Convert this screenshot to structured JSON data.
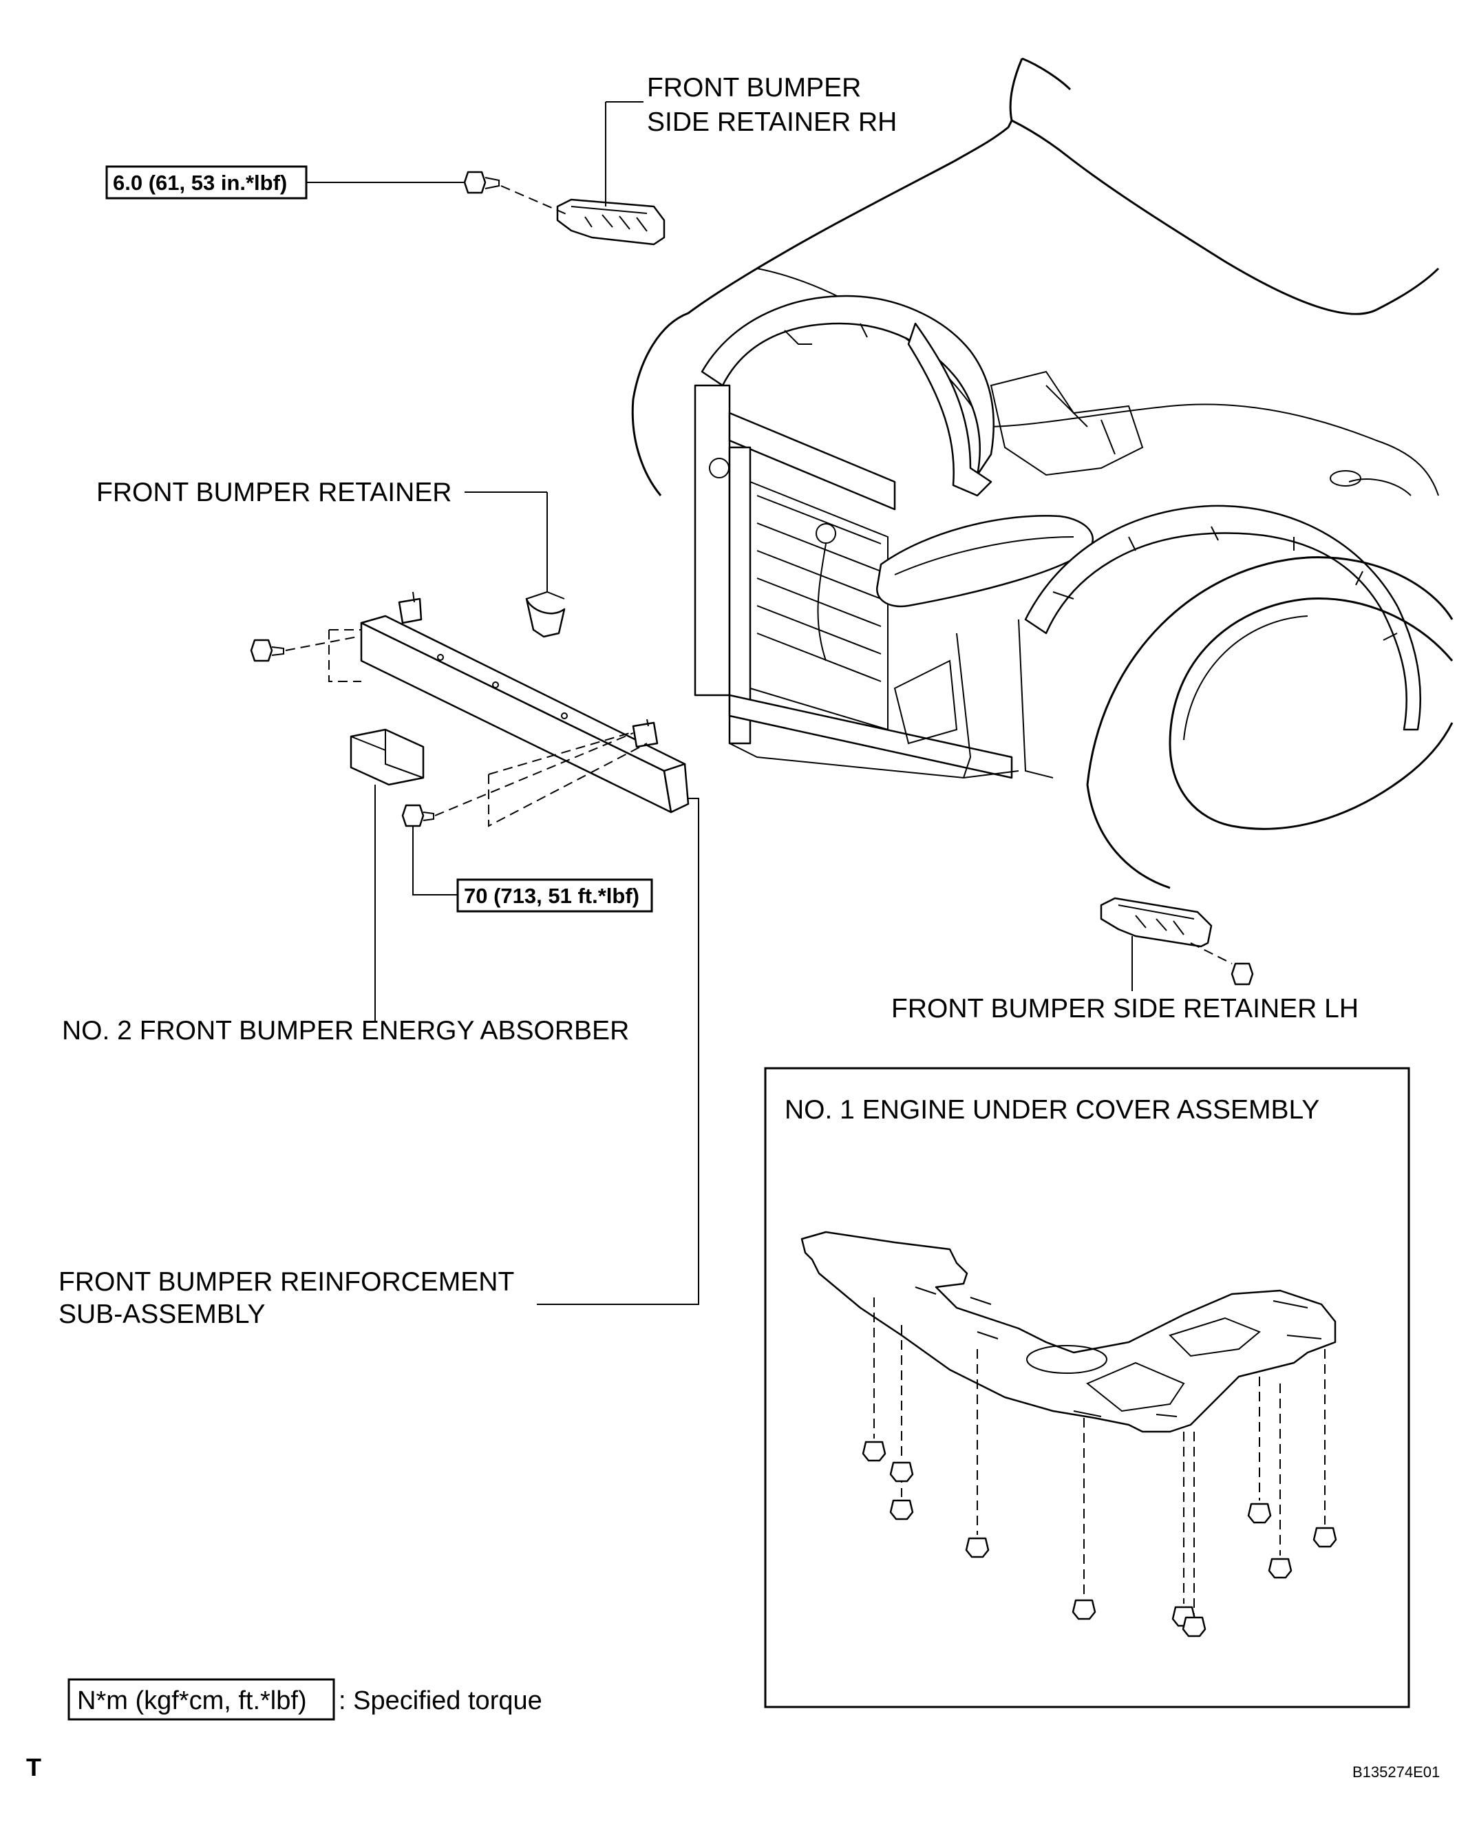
{
  "labels": {
    "side_retainer_rh_line1": "FRONT BUMPER",
    "side_retainer_rh_line2": "SIDE RETAINER RH",
    "torque_retainer_rh": "6.0 (61, 53 in.*lbf)",
    "front_bumper_retainer": "FRONT BUMPER RETAINER",
    "torque_reinforcement": "70 (713, 51 ft.*lbf)",
    "side_retainer_lh": "FRONT BUMPER SIDE RETAINER LH",
    "energy_absorber": "NO. 2 FRONT BUMPER ENERGY ABSORBER",
    "reinforcement_line1": "FRONT BUMPER REINFORCEMENT",
    "reinforcement_line2": "SUB-ASSEMBLY",
    "under_cover": "NO. 1 ENGINE UNDER COVER ASSEMBLY"
  },
  "legend": {
    "unit": "N*m (kgf*cm, ft.*lbf)",
    "description": ": Specified torque"
  },
  "footer": {
    "corner_mark": "T",
    "figure_code": "B135274E01"
  }
}
